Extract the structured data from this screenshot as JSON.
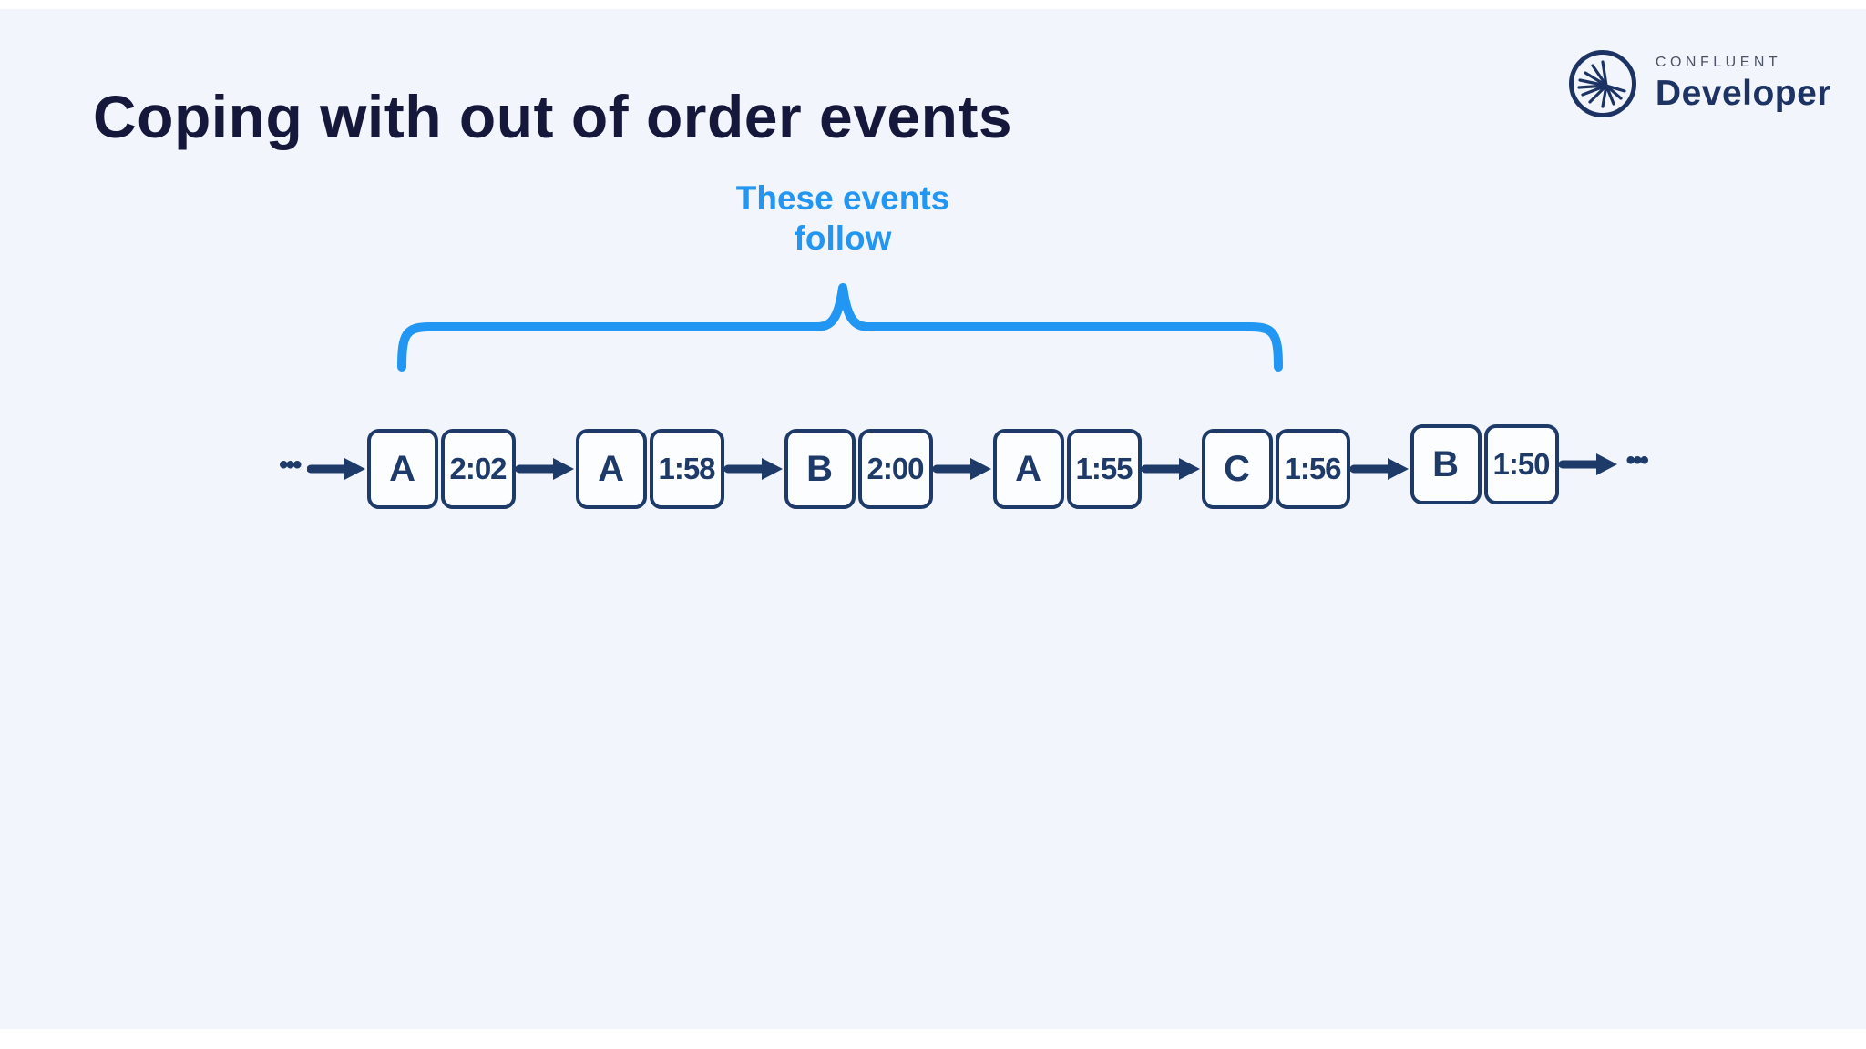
{
  "slide": {
    "title": "Coping with out of order events"
  },
  "logo": {
    "brand": "CONFLUENT",
    "product": "Developer"
  },
  "annotation": {
    "line1": "These events",
    "line2": "follow"
  },
  "stream": {
    "leading_ellipsis": "•••",
    "trailing_ellipsis": "•••",
    "events": [
      {
        "key": "A",
        "time": "2:02"
      },
      {
        "key": "A",
        "time": "1:58"
      },
      {
        "key": "B",
        "time": "2:00"
      },
      {
        "key": "A",
        "time": "1:55"
      },
      {
        "key": "C",
        "time": "1:56"
      },
      {
        "key": "B",
        "time": "1:50"
      }
    ]
  },
  "icons": {
    "logo_mark": "confluent-starburst-icon",
    "arrow": "arrow-right-icon",
    "brace": "curly-brace-icon"
  },
  "colors": {
    "background": "#f2f5fb",
    "title_navy": "#15183a",
    "diagram_navy": "#1e3a69",
    "logo_navy": "#1d3363",
    "accent_blue": "#2196f3",
    "box_fill": "#fcfdff"
  }
}
